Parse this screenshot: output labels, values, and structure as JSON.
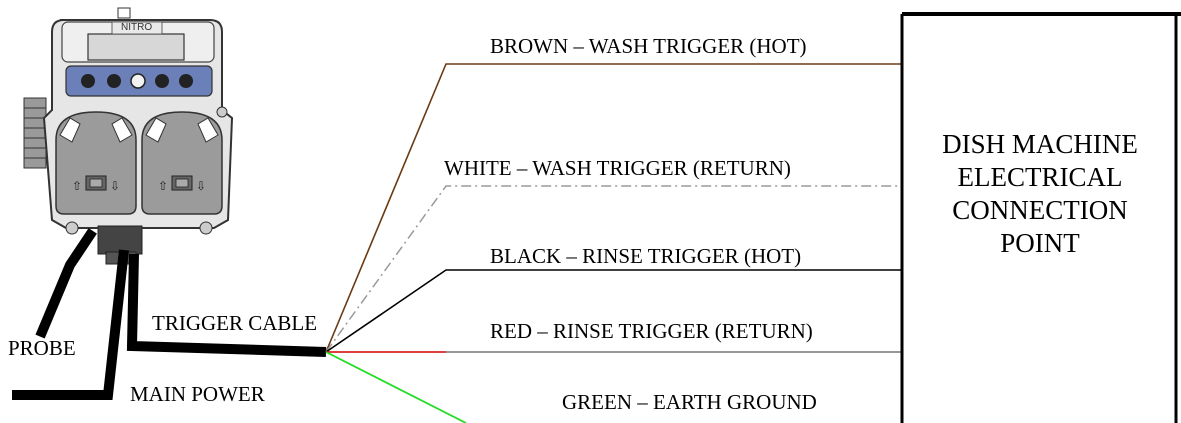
{
  "pump": {
    "brand": "NITRO"
  },
  "box": {
    "line1": "DISH MACHINE",
    "line2": "ELECTRICAL",
    "line3": "CONNECTION",
    "line4": "POINT"
  },
  "wires": {
    "brown": {
      "label": "BROWN – WASH TRIGGER (HOT)",
      "color": "#6b3a12"
    },
    "white": {
      "label": "WHITE – WASH TRIGGER (RETURN)",
      "color": "#9a9a9a"
    },
    "black": {
      "label": "BLACK – RINSE TRIGGER (HOT)",
      "color": "#000000"
    },
    "red": {
      "label": "RED – RINSE TRIGGER (RETURN)",
      "color": "#d40000"
    },
    "green": {
      "label": "GREEN – EARTH GROUND",
      "color": "#22dd22"
    }
  },
  "cables": {
    "trigger": "TRIGGER CABLE",
    "probe": "PROBE",
    "power": "MAIN POWER"
  }
}
